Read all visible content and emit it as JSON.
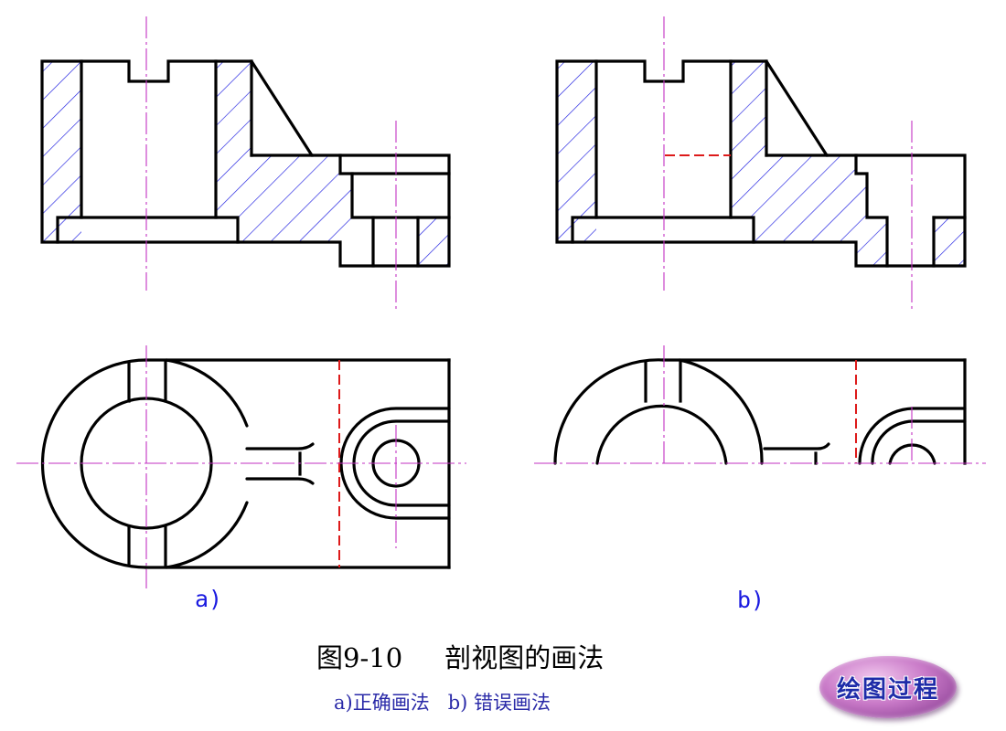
{
  "figure": {
    "label_a": "a)",
    "label_b": "b)",
    "title": "图9-10     剖视图的画法",
    "caption": "a)正确画法   b) 错误画法"
  },
  "badge": {
    "text": "绘图过程"
  },
  "colors": {
    "outline": "#000000",
    "hatch": "#1a1ae0",
    "center_line": "#c231c2",
    "hidden_line": "#dd1a1a",
    "label_blue": "#1a1ae0",
    "badge_purple": "#9b4aa0"
  }
}
